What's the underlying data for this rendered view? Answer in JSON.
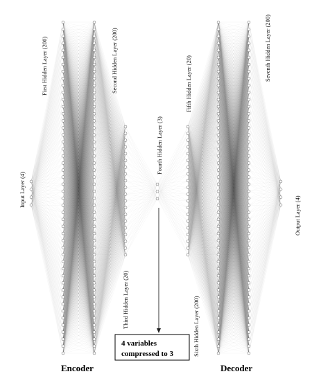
{
  "layers": [
    {
      "label": "Input Layer (4)",
      "nodes": 4
    },
    {
      "label": "First Hidden Layer (200)",
      "nodes": 200
    },
    {
      "label": "Second  Hidden Layer (200)",
      "nodes": 200
    },
    {
      "label": "Third Hidden Layer (20)",
      "nodes": 20
    },
    {
      "label": "Fourth Hidden Layer (3)",
      "nodes": 3
    },
    {
      "label": "Fifth Hidden Layer (20)",
      "nodes": 20
    },
    {
      "label": "Sixth Hidden Layer (200)",
      "nodes": 200
    },
    {
      "label": "Seventh Hidden Layer (200)",
      "nodes": 200
    },
    {
      "label": "Output Layer (4)",
      "nodes": 4
    }
  ],
  "sections": {
    "encoder": "Encoder",
    "decoder": "Decoder"
  },
  "note": {
    "line1": "4 variables",
    "line2": "compressed to 3"
  }
}
